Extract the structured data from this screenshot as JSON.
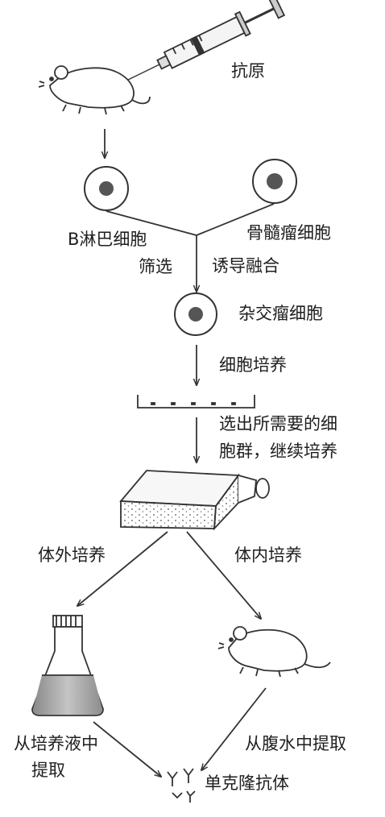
{
  "diagram": {
    "antigen_label": "抗原",
    "b_cell_label": "B淋巴细胞",
    "myeloma_label": "骨髓瘤细胞",
    "screen_label": "筛选",
    "fusion_label": "诱导融合",
    "hybridoma_label": "杂交瘤细胞",
    "culture_label": "细胞培养",
    "select_label_line1": "选出所需要的细",
    "select_label_line2": "胞群，继续培养",
    "in_vitro_label": "体外培养",
    "in_vivo_label": "体内培养",
    "extract_medium_line1": "从培养液中",
    "extract_medium_line2": "提取",
    "extract_ascites_label": "从腹水中提取",
    "antibody_label": "单克隆抗体"
  }
}
